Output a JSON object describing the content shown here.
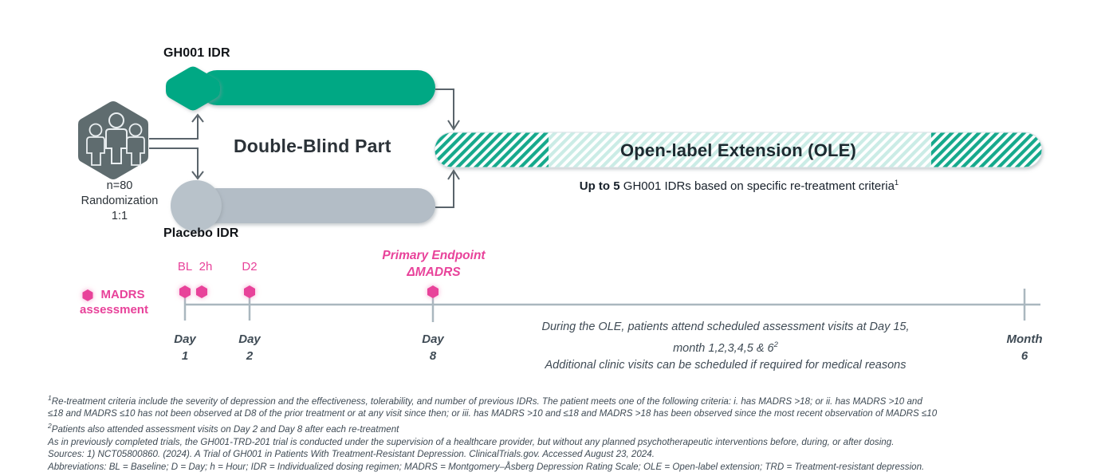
{
  "diagram": {
    "arm_top_label": "GH001 IDR",
    "arm_bottom_label": "Placebo IDR",
    "double_blind_title": "Double-Blind Part",
    "ole_title": "Open-label Extension (OLE)",
    "randomization_line1": "n=80",
    "randomization_line2": "Randomization",
    "randomization_line3": "1:1",
    "ole_subtitle_bold": "Up to 5",
    "ole_subtitle_rest": " GH001 IDRs based on specific re-treatment criteria",
    "ole_subtitle_sup": "1",
    "colors": {
      "teal": "#00a884",
      "teal_hatch": "#16a78b",
      "grey_bar": "#b3bdc6",
      "grey_hex": "#5f6c6f",
      "pink": "#e8429a",
      "axis_grey": "#aab7bf",
      "arrow_grey": "#5a646b",
      "text_dark": "#3f4b55"
    }
  },
  "timeline": {
    "legend_line1": "MADRS",
    "legend_line2": "assessment",
    "markers": [
      {
        "tag": "BL",
        "day_label_line1": "Day",
        "day_label_line2": "1"
      },
      {
        "tag": "2h",
        "day_label_line1": "",
        "day_label_line2": ""
      },
      {
        "tag": "D2",
        "day_label_line1": "Day",
        "day_label_line2": "2"
      }
    ],
    "primary_endpoint_line1": "Primary Endpoint",
    "primary_endpoint_line2": "ΔMADRS",
    "axis_labels": [
      {
        "line1": "Day",
        "line2": "1"
      },
      {
        "line1": "Day",
        "line2": "2"
      },
      {
        "line1": "Day",
        "line2": "8"
      },
      {
        "line1": "Month",
        "line2": "6"
      }
    ],
    "ole_note_line1": "During the OLE, patients attend scheduled assessment visits at Day 15,",
    "ole_note_line2_pre": "month 1,2,3,4,5 & 6",
    "ole_note_line2_sup": "2",
    "ole_note_line3": "Additional clinic visits can be scheduled if required for medical reasons"
  },
  "footnotes": {
    "fn1_sup": "1",
    "fn1_line1": "Re-treatment criteria include the severity of depression and the effectiveness, tolerability, and number of previous IDRs. The patient meets one of the following criteria: i. has MADRS >18; or ii. has MADRS >10 and",
    "fn1_line2": "≤18 and MADRS ≤10 has not been observed at D8 of the prior treatment or at any visit since then; or iii. has MADRS >10 and ≤18 and MADRS >18 has been observed since the most recent observation of MADRS ≤10",
    "fn2_sup": "2",
    "fn2_line": "Patients also attended assessment visits on Day 2 and Day 8 after each re-treatment",
    "note_line": "As in previously completed trials, the GH001-TRD-201 trial is conducted under the supervision of a healthcare provider, but without any planned psychotherapeutic interventions before, during, or after dosing.",
    "sources_line": "Sources: 1) NCT05800860. (2024). A Trial of GH001 in Patients With Treatment-Resistant Depression. ClinicalTrials.gov. Accessed August 23, 2024.",
    "abbreviations_line": "Abbreviations: BL = Baseline; D = Day; h = Hour; IDR = Individualized dosing regimen; MADRS = Montgomery–Åsberg Depression Rating Scale; OLE = Open-label extension; TRD = Treatment-resistant depression."
  }
}
